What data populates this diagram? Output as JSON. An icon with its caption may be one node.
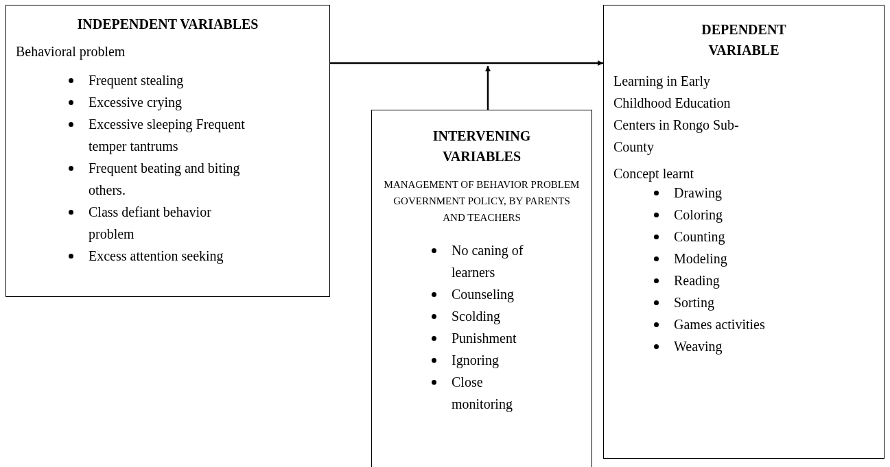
{
  "diagram": {
    "nodes": [
      {
        "text": [
          "INDEPENDENT VARIABLES",
          "Behavioral problem",
          "Frequent stealing",
          "Excessive crying",
          "Excessive sleeping Frequent temper tantrums",
          "Frequent beating and biting others.",
          "Class defiant behavior problem",
          "Excess attention seeking"
        ]
      },
      {
        "text": [
          "INTERVENING VARIABLES",
          "MANAGEMENT OF BEHAVIOR PROBLEM GOVERNMENT POLICY, BY PARENTS AND TEACHERS",
          "No caning of learners",
          "Counseling",
          "Scolding",
          "Punishment",
          "Ignoring",
          "Close monitoring"
        ]
      },
      {
        "text": [
          "DEPENDENT VARIABLE",
          "Learning in Early Childhood Education Centers in Rongo Sub-County",
          "Concept learnt",
          "Drawing",
          "Coloring",
          "Counting",
          "Modeling",
          "Reading",
          "Sorting",
          "Games activities",
          "Weaving"
        ]
      }
    ],
    "edges": [
      {
        "from": 0,
        "to": 2,
        "arrow": "to"
      },
      {
        "from": 1,
        "to": null,
        "arrow": "to"
      }
    ]
  }
}
